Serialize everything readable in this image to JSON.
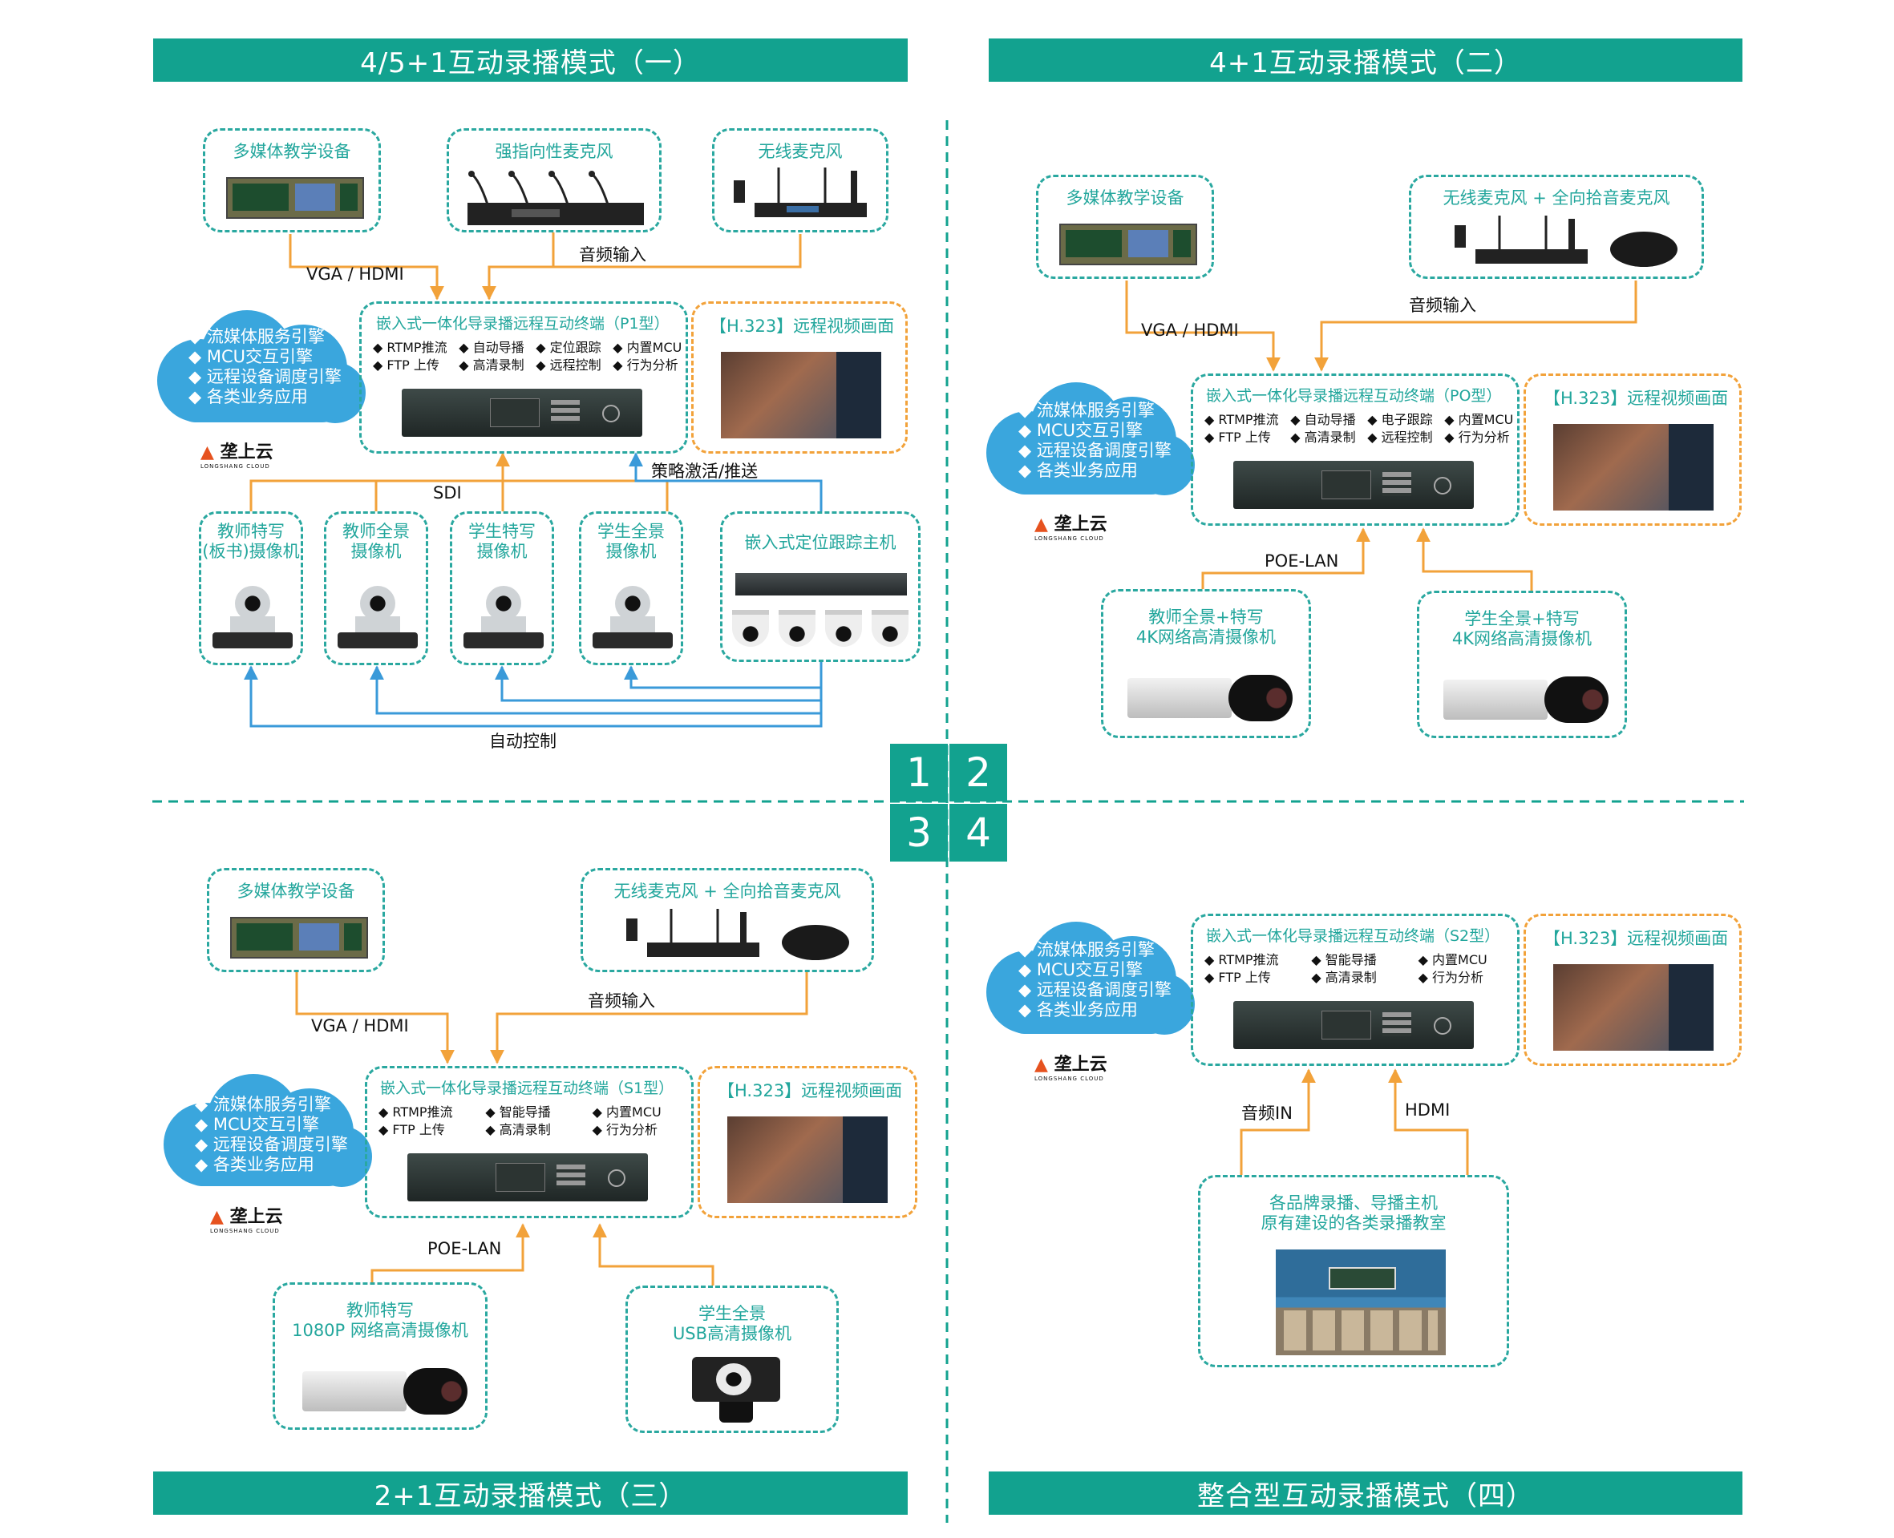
{
  "numbers": [
    "1",
    "2",
    "3",
    "4"
  ],
  "logo": {
    "name": "垄上云",
    "sub": "LONGSHANG CLOUD"
  },
  "cloud_items": [
    "流媒体服务引擎",
    "MCU交互引擎",
    "远程设备调度引擎",
    "各类业务应用"
  ],
  "q1": {
    "title": "4/5+1互动录播模式（一）",
    "multimedia": "多媒体教学设备",
    "mic_dir": "强指向性麦克风",
    "mic_wireless": "无线麦克风",
    "vga": "VGA / HDMI",
    "audio": "音频输入",
    "terminal": "嵌入式一体化导录播远程互动终端（P1型）",
    "features": [
      "◆ RTMP推流",
      "◆ 自动导播",
      "◆ 定位跟踪",
      "◆ 内置MCU",
      "◆ FTP 上传",
      "◆ 高清录制",
      "◆ 远程控制",
      "◆ 行为分析"
    ],
    "h323": "【H.323】远程视频画面",
    "sdi": "SDI",
    "policy": "策略激活/推送",
    "cam1": [
      "教师特写",
      "(板书)摄像机"
    ],
    "cam2": [
      "教师全景",
      "摄像机"
    ],
    "cam3": [
      "学生特写",
      "摄像机"
    ],
    "cam4": [
      "学生全景",
      "摄像机"
    ],
    "tracker": "嵌入式定位跟踪主机",
    "auto": "自动控制"
  },
  "q2": {
    "title": "4+1互动录播模式（二）",
    "multimedia": "多媒体教学设备",
    "mics": "无线麦克风 + 全向拾音麦克风",
    "vga": "VGA / HDMI",
    "audio": "音频输入",
    "terminal": "嵌入式一体化导录播远程互动终端（PO型）",
    "features": [
      "◆ RTMP推流",
      "◆ 自动导播",
      "◆ 电子跟踪",
      "◆ 内置MCU",
      "◆ FTP 上传",
      "◆ 高清录制",
      "◆ 远程控制",
      "◆ 行为分析"
    ],
    "h323": "【H.323】远程视频画面",
    "poe": "POE-LAN",
    "cam1": [
      "教师全景+特写",
      "4K网络高清摄像机"
    ],
    "cam2": [
      "学生全景+特写",
      "4K网络高清摄像机"
    ]
  },
  "q3": {
    "title": "2+1互动录播模式（三）",
    "multimedia": "多媒体教学设备",
    "mics": "无线麦克风 + 全向拾音麦克风",
    "vga": "VGA / HDMI",
    "audio": "音频输入",
    "terminal": "嵌入式一体化导录播远程互动终端（S1型）",
    "features": [
      "◆ RTMP推流",
      "◆ 智能导播",
      "◆ 内置MCU",
      "◆ FTP 上传",
      "◆ 高清录制",
      "◆ 行为分析"
    ],
    "h323": "【H.323】远程视频画面",
    "poe": "POE-LAN",
    "cam1": [
      "教师特写",
      "1080P 网络高清摄像机"
    ],
    "cam2": [
      "学生全景",
      "USB高清摄像机"
    ]
  },
  "q4": {
    "title": "整合型互动录播模式（四）",
    "terminal": "嵌入式一体化导录播远程互动终端（S2型）",
    "features": [
      "◆ RTMP推流",
      "◆ 智能导播",
      "◆ 内置MCU",
      "◆ FTP 上传",
      "◆ 高清录制",
      "◆ 行为分析"
    ],
    "h323": "【H.323】远程视频画面",
    "audio_in": "音频IN",
    "hdmi": "HDMI",
    "classroom": [
      "各品牌录播、导播主机",
      "原有建设的各类录播教室"
    ]
  }
}
